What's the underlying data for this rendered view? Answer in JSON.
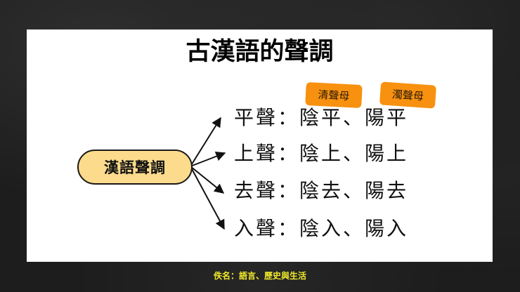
{
  "title": "古漢語的聲調",
  "center_node": {
    "label": "漢語聲調",
    "fill": "#fddb8c"
  },
  "branches": [
    {
      "tone": "平聲",
      "sep": "：",
      "yin": "陰平",
      "comma": "、",
      "yang": "陽平",
      "text": "平聲：陰平、陽平"
    },
    {
      "tone": "上聲",
      "sep": "：",
      "yin": "陰上",
      "comma": "、",
      "yang": "陽上",
      "text": "上聲：陰上、陽上"
    },
    {
      "tone": "去聲",
      "sep": "：",
      "yin": "陰去",
      "comma": "、",
      "yang": "陽去",
      "text": "去聲：陰去、陽去"
    },
    {
      "tone": "入聲",
      "sep": "：",
      "yin": "陰入",
      "comma": "、",
      "yang": "陽入",
      "text": "入聲：陰入、陽入"
    }
  ],
  "tags": [
    {
      "label": "清聲母",
      "refers_to": "陰",
      "color": "#f8910f"
    },
    {
      "label": "濁聲母",
      "refers_to": "陽",
      "color": "#f8910f"
    }
  ],
  "footer": "佚名：語言、歷史與生活",
  "colors": {
    "background": "#1d1d1d",
    "slide": "#ffffff",
    "footer_text": "#f0ea2a",
    "arrow": "#111111"
  }
}
